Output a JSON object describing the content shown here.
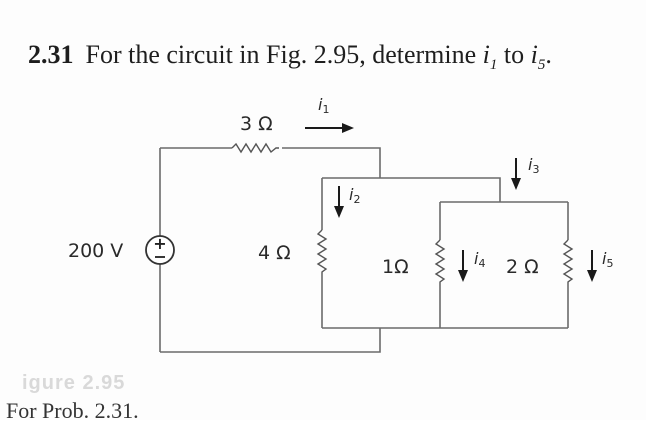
{
  "problem": {
    "number": "2.31",
    "text_before": "For the circuit in Fig. 2.95, determine ",
    "var1": "i",
    "var1_sub": "1",
    "text_mid": " to ",
    "var2": "i",
    "var2_sub": "5",
    "text_end": "."
  },
  "circuit": {
    "source_label": "200 V",
    "r1_label": "3 Ω",
    "r2_label": "4 Ω",
    "r3_label": "1Ω",
    "r4_label": "2 Ω",
    "currents": [
      {
        "name": "i",
        "sub": "1"
      },
      {
        "name": "i",
        "sub": "2"
      },
      {
        "name": "i",
        "sub": "3"
      },
      {
        "name": "i",
        "sub": "4"
      },
      {
        "name": "i",
        "sub": "5"
      }
    ]
  },
  "figure": {
    "faded_label": "igure 2.95",
    "caption": "For Prob. 2.31."
  },
  "colors": {
    "wire": "#6b6b6b",
    "text": "#1e1e1e"
  }
}
